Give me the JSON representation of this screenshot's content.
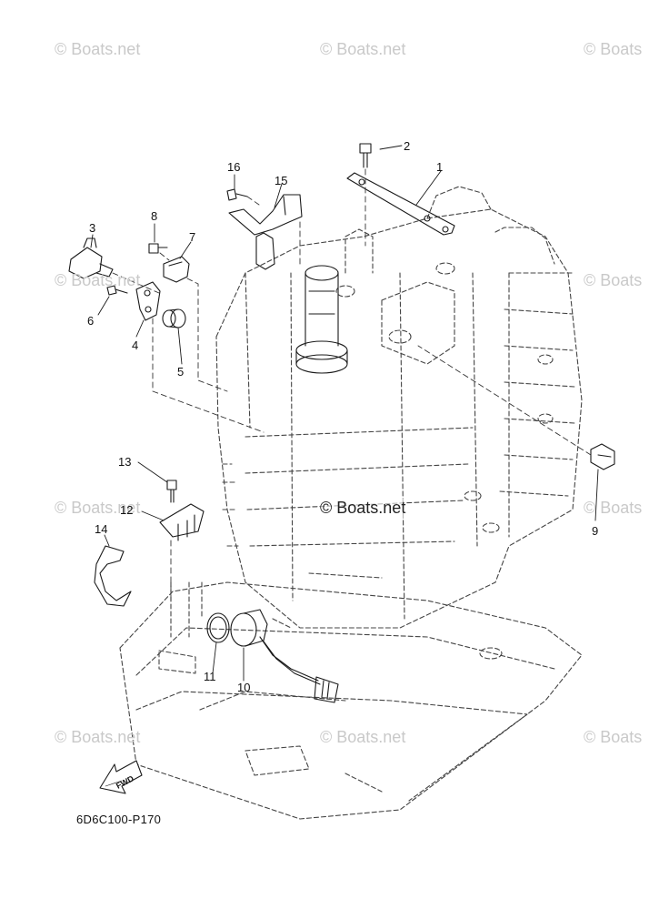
{
  "watermarks": [
    "© Boats.net",
    "© Boats.net",
    "© Boats",
    "© Boats.net",
    "© Boats",
    "© Boats.net",
    "© Boats",
    "© Boats.net",
    "© Boats.net",
    "© Boats"
  ],
  "center_watermark": "© Boats.net",
  "parts": [
    {
      "number": "1"
    },
    {
      "number": "2"
    },
    {
      "number": "3"
    },
    {
      "number": "4"
    },
    {
      "number": "5"
    },
    {
      "number": "6"
    },
    {
      "number": "7"
    },
    {
      "number": "8"
    },
    {
      "number": "9"
    },
    {
      "number": "10"
    },
    {
      "number": "11"
    },
    {
      "number": "12"
    },
    {
      "number": "13"
    },
    {
      "number": "14"
    },
    {
      "number": "15"
    },
    {
      "number": "16"
    }
  ],
  "fwd_label": "FWD",
  "diagram_code": "6D6C100-P170",
  "colors": {
    "line": "#1a1a1a",
    "dash": "#555555",
    "watermark": "#c9c9c9"
  }
}
